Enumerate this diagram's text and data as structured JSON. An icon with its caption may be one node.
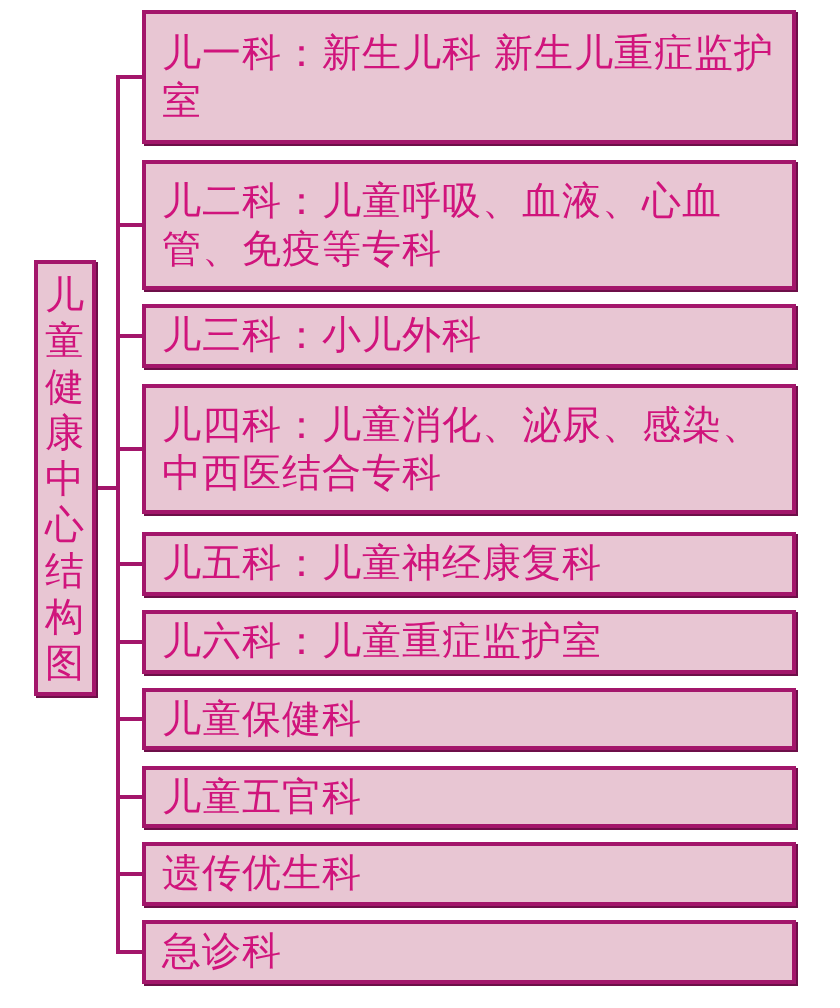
{
  "diagram": {
    "nodes": [
      {
        "text": [
          "儿童健康中心结构图"
        ]
      },
      {
        "text": [
          "儿一科：新生儿科 新生儿重症监护室"
        ]
      },
      {
        "text": [
          "儿二科：儿童呼吸、血液、心血管、免疫等专科"
        ]
      },
      {
        "text": [
          "儿三科：小儿外科"
        ]
      },
      {
        "text": [
          "儿四科：儿童消化、泌尿、感染、中西医结合专科"
        ]
      },
      {
        "text": [
          "儿五科：儿童神经康复科"
        ]
      },
      {
        "text": [
          "儿六科：儿童重症监护室"
        ]
      },
      {
        "text": [
          "儿童保健科"
        ]
      },
      {
        "text": [
          "儿童五官科"
        ]
      },
      {
        "text": [
          "遗传优生科"
        ]
      },
      {
        "text": [
          "急诊科"
        ]
      }
    ],
    "edges": [
      {
        "from": 0,
        "to": 1,
        "arrow": "none"
      },
      {
        "from": 0,
        "to": 2,
        "arrow": "none"
      },
      {
        "from": 0,
        "to": 3,
        "arrow": "none"
      },
      {
        "from": 0,
        "to": 4,
        "arrow": "none"
      },
      {
        "from": 0,
        "to": 5,
        "arrow": "none"
      },
      {
        "from": 0,
        "to": 6,
        "arrow": "none"
      },
      {
        "from": 0,
        "to": 7,
        "arrow": "none"
      },
      {
        "from": 0,
        "to": 8,
        "arrow": "none"
      },
      {
        "from": 0,
        "to": 9,
        "arrow": "none"
      },
      {
        "from": 0,
        "to": 10,
        "arrow": "none"
      }
    ]
  }
}
